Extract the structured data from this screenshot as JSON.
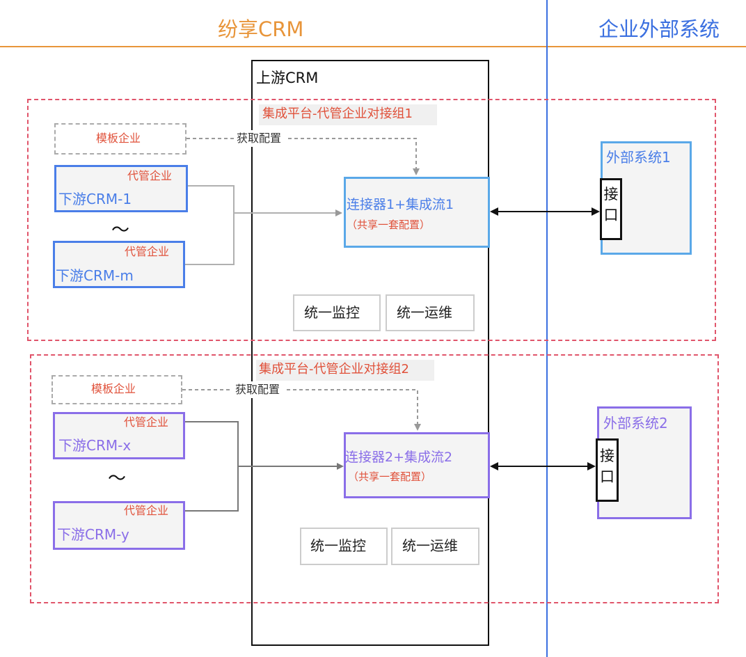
{
  "header": {
    "left_title": "纷享CRM",
    "right_title": "企业外部系统"
  },
  "upstream_label": "上游CRM",
  "groups": [
    {
      "title": "集成平台-代管企业对接组1",
      "template_label": "模板企业",
      "fetch_label": "获取配置",
      "downstream_first": {
        "tag": "代管企业",
        "name": "下游CRM-1"
      },
      "tilde": "～",
      "downstream_last": {
        "tag": "代管企业",
        "name": "下游CRM-m"
      },
      "connector_title": "连接器1+集成流1",
      "connector_sub": "（共享一套配置）",
      "monitor_label": "统一监控",
      "ops_label": "统一运维",
      "external_title": "外部系统1",
      "interface_label": "接口"
    },
    {
      "title": "集成平台-代管企业对接组2",
      "template_label": "模板企业",
      "fetch_label": "获取配置",
      "downstream_first": {
        "tag": "代管企业",
        "name": "下游CRM-x"
      },
      "tilde": "～",
      "downstream_last": {
        "tag": "代管企业",
        "name": "下游CRM-y"
      },
      "connector_title": "连接器2+集成流2",
      "connector_sub": "（共享一套配置）",
      "monitor_label": "统一监控",
      "ops_label": "统一运维",
      "external_title": "外部系统2",
      "interface_label": "接口"
    }
  ],
  "colors": {
    "orange": "#e8953a",
    "blue_line": "#3a6fe0",
    "red_text": "#e0513a",
    "red_dash": "#e0546a",
    "blue_box": "#4a7ee8",
    "purple_box": "#8a6ee8",
    "light_blue_box": "#5aa8e8",
    "gray_box": "#f4f4f4"
  }
}
